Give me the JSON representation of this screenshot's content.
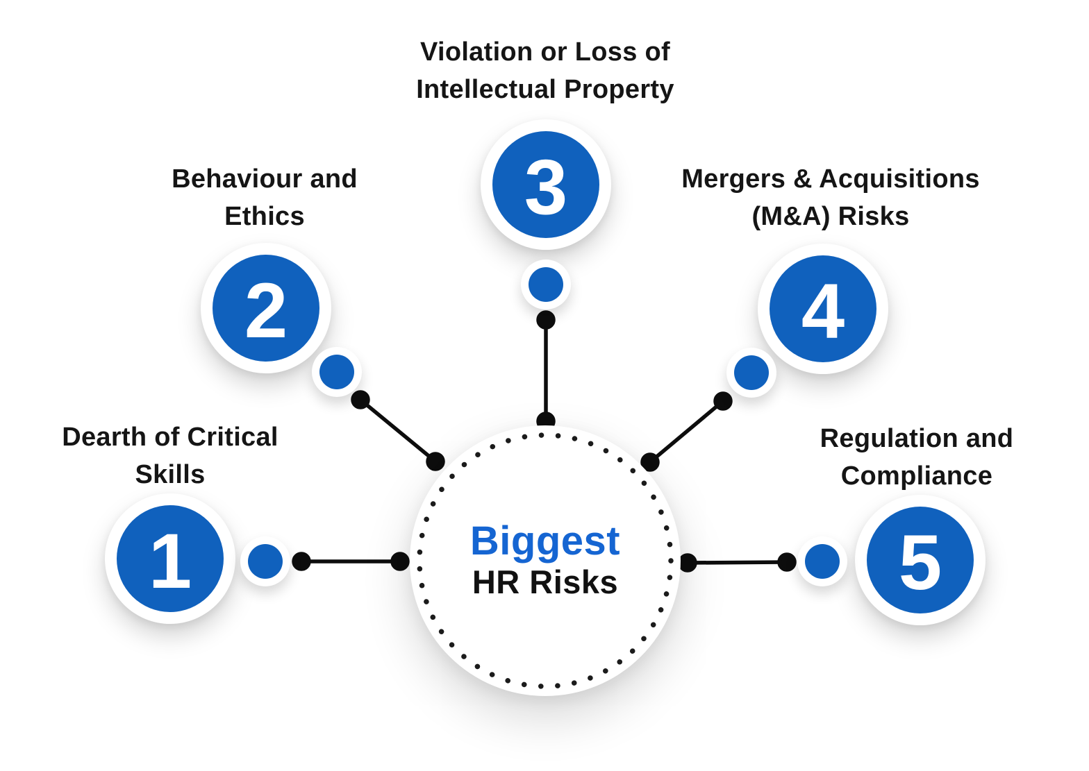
{
  "center": {
    "title": "Biggest",
    "subtitle": "HR Risks"
  },
  "nodes": [
    {
      "number": "1",
      "label_line1": "Dearth of Critical",
      "label_line2": "Skills"
    },
    {
      "number": "2",
      "label_line1": "Behaviour and",
      "label_line2": "Ethics"
    },
    {
      "number": "3",
      "label_line1": "Violation or Loss of",
      "label_line2": "Intellectual Property"
    },
    {
      "number": "4",
      "label_line1": "Mergers & Acquisitions",
      "label_line2": "(M&A) Risks"
    },
    {
      "number": "5",
      "label_line1": "Regulation and",
      "label_line2": "Compliance"
    }
  ],
  "colors": {
    "circle_blue": "#1061BD",
    "title_blue": "#1565D2",
    "label_black": "#151515",
    "connector_black": "#0D0D0D",
    "background": "#FFFFFF"
  }
}
